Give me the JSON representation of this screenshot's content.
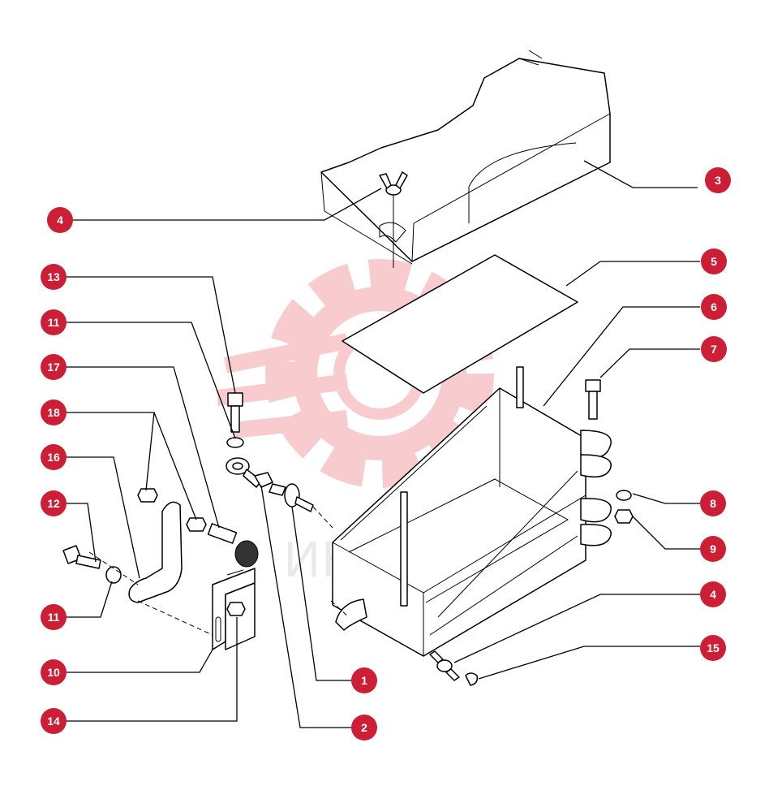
{
  "colors": {
    "badge": "#cc1f36",
    "watermark": "#f4a3a8",
    "line": "#000000"
  },
  "watermark": {
    "text": "ИНТЕХ",
    "icon": "gear-logo"
  },
  "callouts": [
    {
      "id": "c3",
      "label": "3"
    },
    {
      "id": "c4a",
      "label": "4"
    },
    {
      "id": "c5",
      "label": "5"
    },
    {
      "id": "c13",
      "label": "13"
    },
    {
      "id": "c6",
      "label": "6"
    },
    {
      "id": "c11a",
      "label": "11"
    },
    {
      "id": "c7",
      "label": "7"
    },
    {
      "id": "c17",
      "label": "17"
    },
    {
      "id": "c18",
      "label": "18"
    },
    {
      "id": "c16",
      "label": "16"
    },
    {
      "id": "c8",
      "label": "8"
    },
    {
      "id": "c12",
      "label": "12"
    },
    {
      "id": "c9",
      "label": "9"
    },
    {
      "id": "c4b",
      "label": "4"
    },
    {
      "id": "c11b",
      "label": "11"
    },
    {
      "id": "c15",
      "label": "15"
    },
    {
      "id": "c10",
      "label": "10"
    },
    {
      "id": "c1",
      "label": "1"
    },
    {
      "id": "c14",
      "label": "14"
    },
    {
      "id": "c2",
      "label": "2"
    }
  ]
}
